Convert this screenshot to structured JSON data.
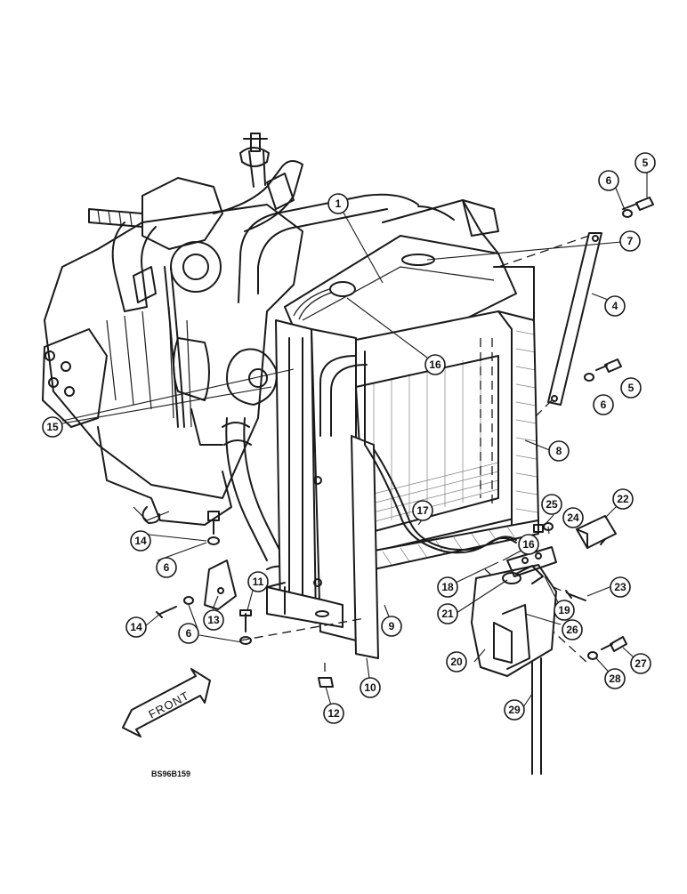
{
  "drawing_code": "BS96B159",
  "front_label": "FRONT",
  "callouts": [
    "1",
    "4",
    "5",
    "5",
    "6",
    "6",
    "6",
    "6",
    "7",
    "8",
    "9",
    "10",
    "11",
    "12",
    "13",
    "14",
    "14",
    "15",
    "16",
    "16",
    "17",
    "18",
    "19",
    "20",
    "21",
    "22",
    "23",
    "24",
    "25",
    "26",
    "27",
    "28",
    "29"
  ]
}
